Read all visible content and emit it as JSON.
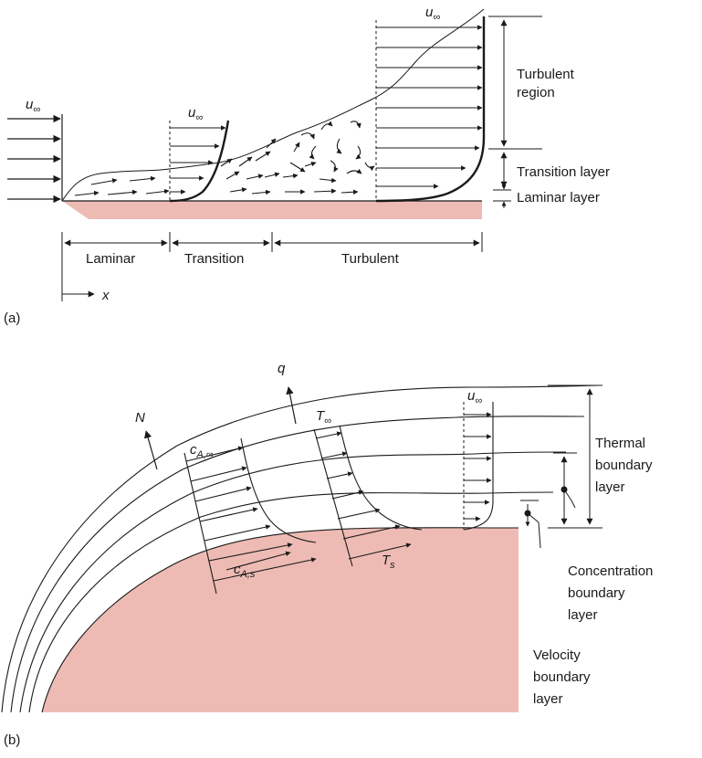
{
  "fill_color": "#eebbb4",
  "panel_a": {
    "panel_label": "(a)",
    "u_inf_left": "u",
    "u_inf_mid": "u",
    "u_inf_top": "u",
    "inf_sub": "∞",
    "turbulent_region_1": "Turbulent",
    "turbulent_region_2": "region",
    "transition_layer": "Transition layer",
    "laminar_layer": "Laminar layer",
    "zone_laminar": "Laminar",
    "zone_transition": "Transition",
    "zone_turbulent": "Turbulent",
    "x_axis": "x"
  },
  "panel_b": {
    "panel_label": "(b)",
    "q": "q",
    "N": "N",
    "c": "c",
    "c_inf_sub": "A,∞",
    "c_s_sub": "A,s",
    "T": "T",
    "T_inf_sub": "∞",
    "T_s_sub": "s",
    "u": "u",
    "u_inf_sub": "∞",
    "thermal_1": "Thermal",
    "thermal_2": "boundary",
    "thermal_3": "layer",
    "conc_1": "Concentration",
    "conc_2": "boundary",
    "conc_3": "layer",
    "vel_1": "Velocity",
    "vel_2": "boundary",
    "vel_3": "layer"
  }
}
